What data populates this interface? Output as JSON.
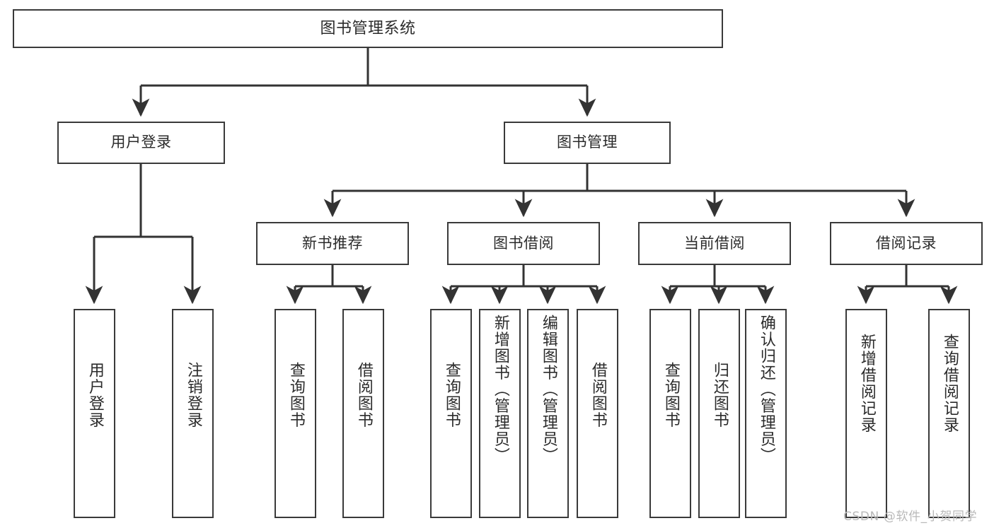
{
  "diagram": {
    "title": "图书管理系统",
    "type": "functional-structure-tree",
    "watermark": "CSDN @软件_小贺同学",
    "colors": {
      "border": "#3a3a3a",
      "text": "#2b2b2b",
      "background": "#ffffff",
      "edge": "#333333",
      "watermark": "#b9b9b9"
    }
  },
  "nodes": {
    "root": {
      "label": "图书管理系统"
    },
    "level1": [
      {
        "id": "user-login",
        "label": "用户登录"
      },
      {
        "id": "book-management",
        "label": "图书管理"
      }
    ],
    "level2": [
      {
        "id": "new-book-recommend",
        "label": "新书推荐"
      },
      {
        "id": "book-borrow",
        "label": "图书借阅"
      },
      {
        "id": "current-borrow",
        "label": "当前借阅"
      },
      {
        "id": "borrow-record",
        "label": "借阅记录"
      }
    ],
    "leaves": {
      "user-login": [
        {
          "id": "leaf-user-login",
          "label": "用户登录"
        },
        {
          "id": "leaf-logout-login",
          "label": "注销登录"
        }
      ],
      "new-book-recommend": [
        {
          "id": "leaf-query-book-1",
          "label": "查询图书"
        },
        {
          "id": "leaf-borrow-book-1",
          "label": "借阅图书"
        }
      ],
      "book-borrow": [
        {
          "id": "leaf-query-book-2",
          "label": "查询图书"
        },
        {
          "id": "leaf-add-book",
          "label": "新增图书（管理员）"
        },
        {
          "id": "leaf-edit-book",
          "label": "编辑图书（管理员）"
        },
        {
          "id": "leaf-borrow-book-2",
          "label": "借阅图书"
        }
      ],
      "current-borrow": [
        {
          "id": "leaf-query-book-3",
          "label": "查询图书"
        },
        {
          "id": "leaf-return-book",
          "label": "归还图书"
        },
        {
          "id": "leaf-confirm-return",
          "label": "确认归还（管理员）"
        }
      ],
      "borrow-record": [
        {
          "id": "leaf-add-borrow-record",
          "label": "新增借阅记录"
        },
        {
          "id": "leaf-query-borrow-record",
          "label": "查询借阅记录"
        }
      ]
    }
  }
}
